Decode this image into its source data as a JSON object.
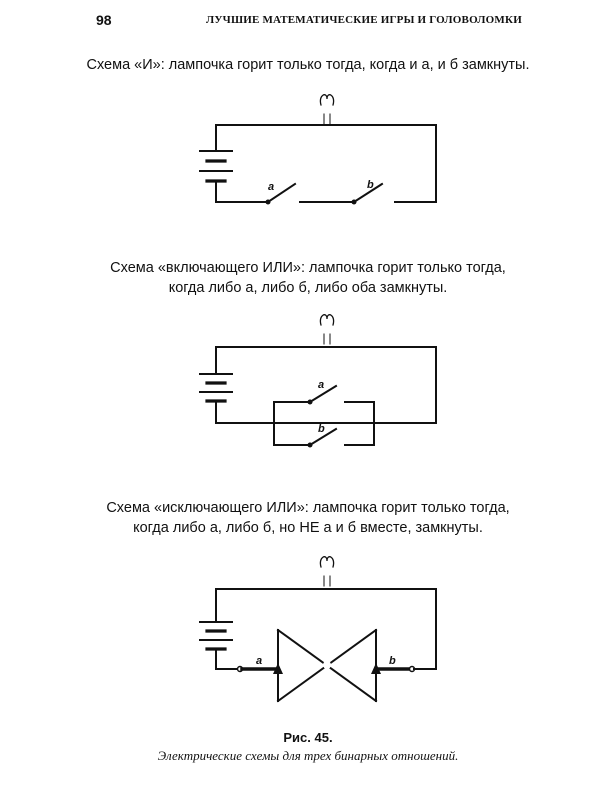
{
  "header": {
    "page_number": "98",
    "running_title": "Лучшие математические игры и головоломки"
  },
  "sections": [
    {
      "lines": [
        "Схема «И»: лампочка горит только тогда, когда и а, и б замкнуты."
      ],
      "switch_labels": [
        "a",
        "b"
      ]
    },
    {
      "lines": [
        "Схема «включающего ИЛИ»: лампочка горит только тогда,",
        "когда либо а, либо б, либо оба замкнуты."
      ],
      "switch_labels": [
        "a",
        "b"
      ]
    },
    {
      "lines": [
        "Схема «исключающего ИЛИ»: лампочка горит только тогда,",
        "когда либо а, либо б, но НЕ а и б вместе, замкнуты."
      ],
      "switch_labels": [
        "a",
        "b"
      ]
    }
  ],
  "figure": {
    "label": "Рис. 45.",
    "caption": "Электрические схемы для трех бинарных отношений."
  }
}
